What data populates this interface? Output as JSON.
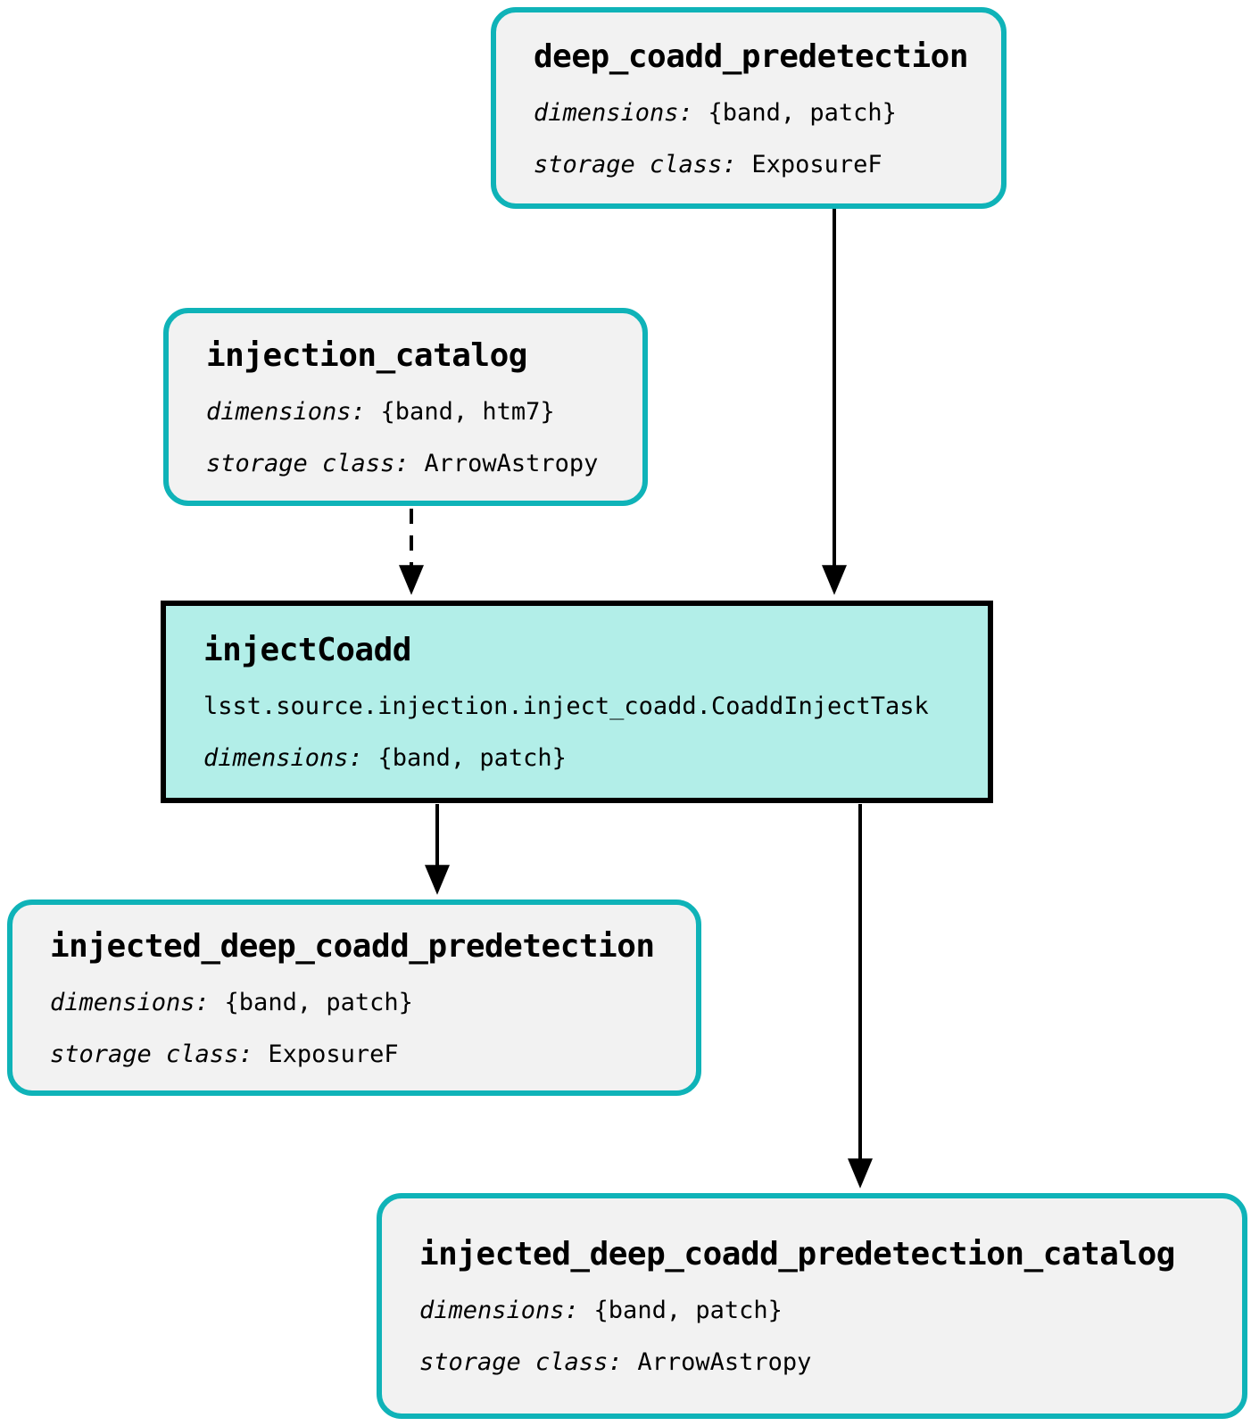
{
  "diagram": {
    "type": "pipeline-graph",
    "colors": {
      "dataset_border": "#0fb3b8",
      "dataset_fill": "#f2f2f2",
      "task_border": "#000000",
      "task_fill": "#b2eee8",
      "edge": "#000000",
      "text": "#000000",
      "background": "#ffffff"
    },
    "nodes": {
      "deep_coadd_predetection": {
        "title": "deep_coadd_predetection",
        "dims_label": "dimensions:",
        "dims_value": "{band, patch}",
        "storage_label": "storage class:",
        "storage_value": "ExposureF"
      },
      "injection_catalog": {
        "title": "injection_catalog",
        "dims_label": "dimensions:",
        "dims_value": "{band, htm7}",
        "storage_label": "storage class:",
        "storage_value": "ArrowAstropy"
      },
      "injectCoadd": {
        "title": "injectCoadd",
        "class_path": "lsst.source.injection.inject_coadd.CoaddInjectTask",
        "dims_label": "dimensions:",
        "dims_value": "{band, patch}"
      },
      "injected_deep_coadd_predetection": {
        "title": "injected_deep_coadd_predetection",
        "dims_label": "dimensions:",
        "dims_value": "{band, patch}",
        "storage_label": "storage class:",
        "storage_value": "ExposureF"
      },
      "injected_deep_coadd_predetection_catalog": {
        "title": "injected_deep_coadd_predetection_catalog",
        "dims_label": "dimensions:",
        "dims_value": "{band, patch}",
        "storage_label": "storage class:",
        "storage_value": "ArrowAstropy"
      }
    },
    "edges": [
      {
        "from": "deep_coadd_predetection",
        "to": "injectCoadd",
        "style": "solid"
      },
      {
        "from": "injection_catalog",
        "to": "injectCoadd",
        "style": "dashed"
      },
      {
        "from": "injectCoadd",
        "to": "injected_deep_coadd_predetection",
        "style": "solid"
      },
      {
        "from": "injectCoadd",
        "to": "injected_deep_coadd_predetection_catalog",
        "style": "solid"
      }
    ]
  }
}
